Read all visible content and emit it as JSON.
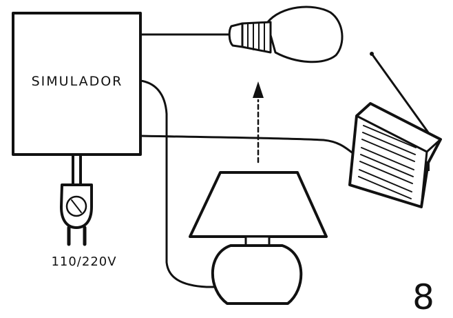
{
  "figure": {
    "simulator_label": "SIMULADOR",
    "voltage_label": "110/220V",
    "figure_number": "8"
  },
  "colors": {
    "ink": "#111111",
    "paper": "#ffffff"
  },
  "icons": [
    "plug-icon",
    "light-bulb-icon",
    "table-lamp-icon",
    "radio-icon",
    "arrow-up-icon"
  ]
}
